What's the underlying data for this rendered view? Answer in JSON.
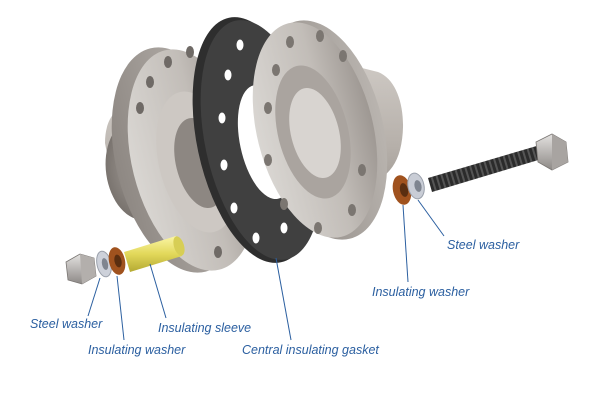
{
  "labels": {
    "steel_washer_left": "Steel washer",
    "insulating_washer_left": "Insulating washer",
    "insulating_sleeve": "Insulating sleeve",
    "central_gasket": "Central insulating gasket",
    "insulating_washer_right": "Insulating washer",
    "steel_washer_right": "Steel washer"
  },
  "colors": {
    "label_text": "#2b5fa0",
    "leader_line": "#2b5fa0",
    "flange_metal": "#b8b3ae",
    "gasket": "#3a3a3a",
    "sleeve": "#e6e070",
    "insulating_washer": "#a0521e",
    "stud_bolt": "#333333"
  }
}
